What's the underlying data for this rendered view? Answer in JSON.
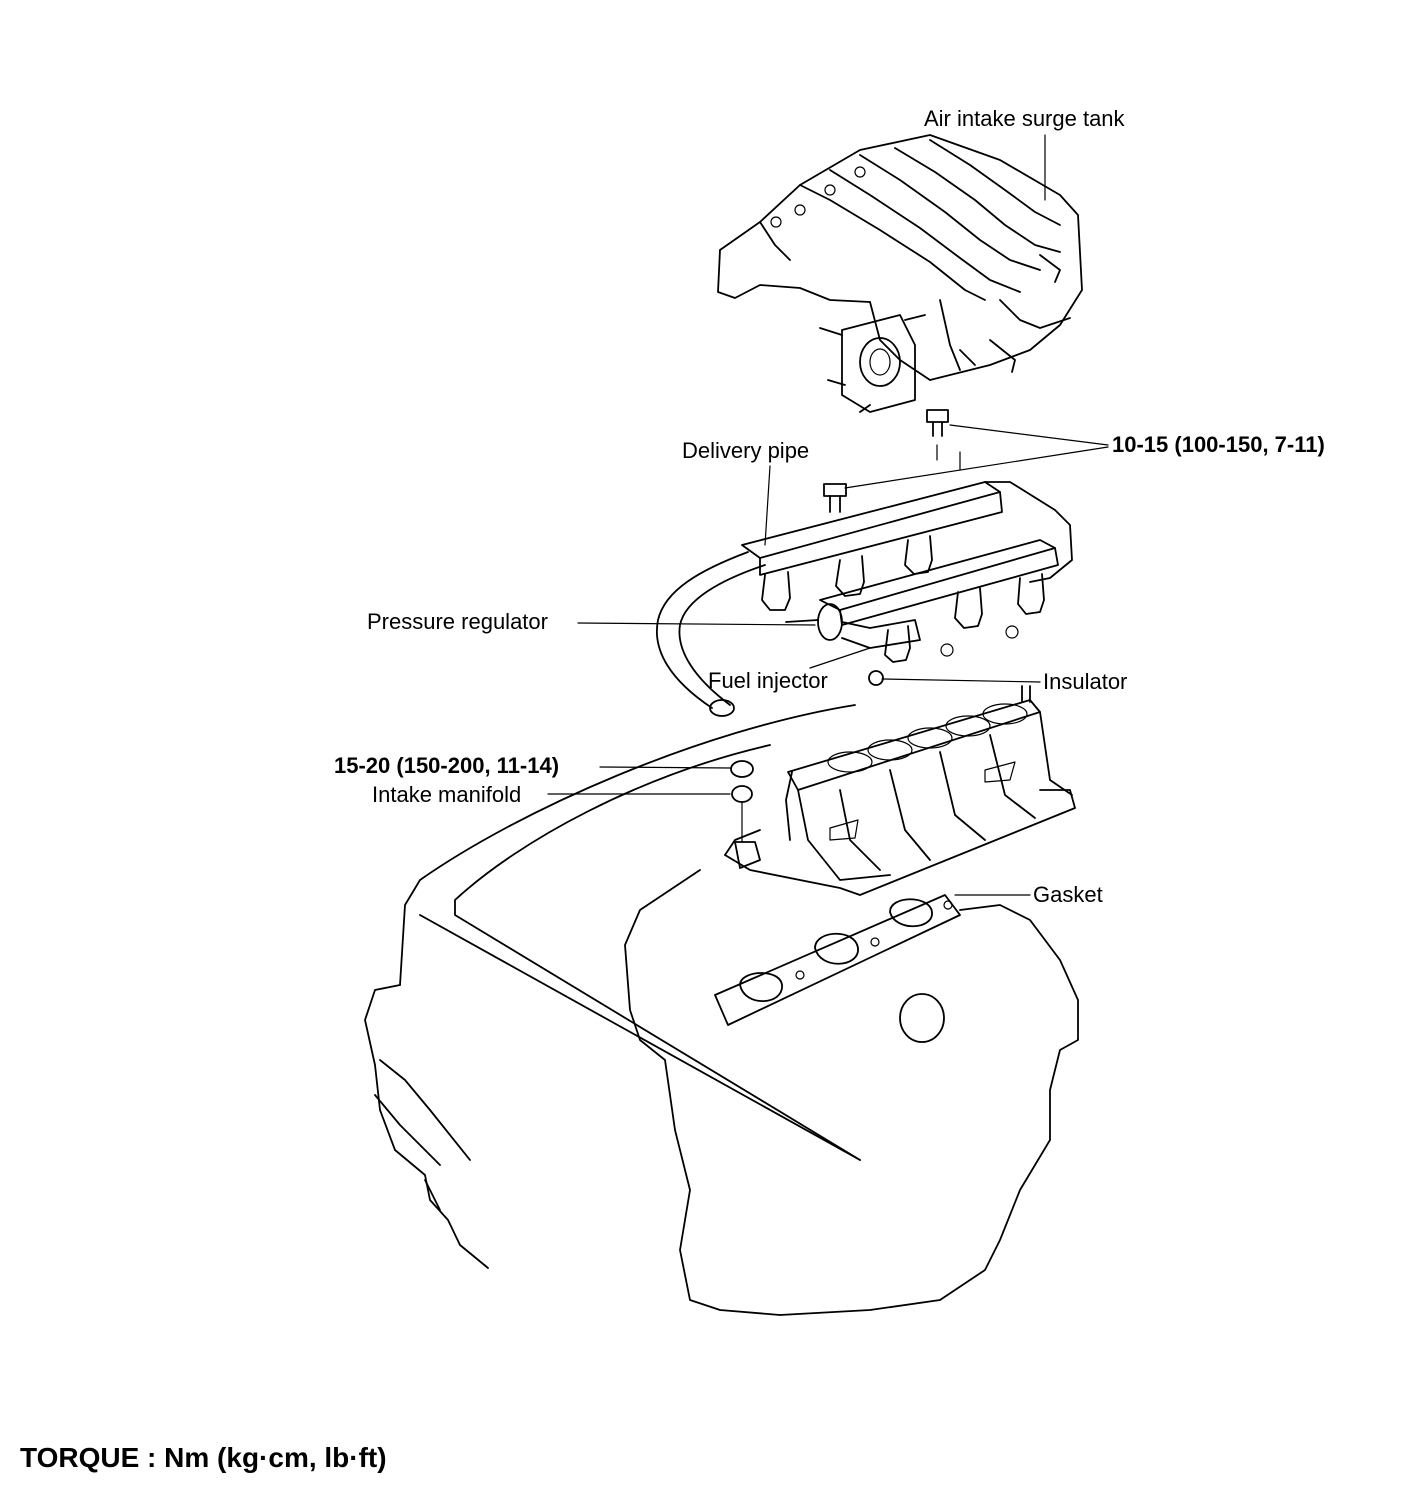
{
  "labels": {
    "surge_tank": "Air intake surge tank",
    "delivery_pipe": "Delivery pipe",
    "torque_upper": "10-15 (100-150, 7-11)",
    "pressure_regulator": "Pressure regulator",
    "fuel_injector": "Fuel injector",
    "insulator": "Insulator",
    "torque_lower": "15-20 (150-200, 11-14)",
    "intake_manifold": "Intake manifold",
    "gasket": "Gasket"
  },
  "footer": {
    "torque_unit": "TORQUE : Nm (kg·cm, lb·ft)"
  }
}
